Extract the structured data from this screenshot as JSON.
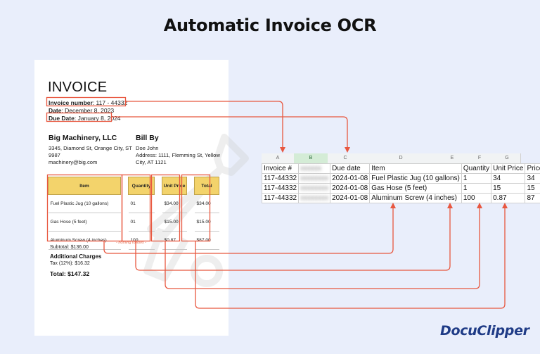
{
  "title": "Automatic Invoice OCR",
  "invoice": {
    "heading": "INVOICE",
    "number_label": "Invoice number",
    "number_value": ": 117 - 44332",
    "date_label": "Date",
    "date_value": ": December 8, 2023",
    "due_label": "Due Date",
    "due_value": ": January 8, 2024",
    "seller": {
      "name": "Big Machinery, LLC",
      "address_1": "3345, Diamond St, Orange City, ST",
      "address_2": "9987",
      "email": "machinery@big.com"
    },
    "buyer": {
      "label": "Bill By",
      "name": "Doe John",
      "address_1": "Address: 1111, Flemming St, Yellow",
      "address_2": "City, AT 1121"
    },
    "table": {
      "headers": [
        "Item",
        "Quantity",
        "Unit Price",
        "Total"
      ],
      "rows": [
        [
          "Fuel Plastic Jug (10 gallons)",
          "01",
          "$34.00",
          "$34.00"
        ],
        [
          "Gas Hose (5 feet)",
          "01",
          "$15.00",
          "$15.00"
        ],
        [
          "Aluminum Screw (4 inches)",
          "100",
          "$0.87",
          "$87.00"
        ]
      ]
    },
    "nothing_follows": "- nothing follows -",
    "subtotal": "Subtotal: $136.00",
    "additional_label": "Additional Charges",
    "tax": "Tax (12%): $16.32",
    "total": "Total: $147.32"
  },
  "spreadsheet": {
    "column_letters": [
      "A",
      "B",
      "C",
      "D",
      "E",
      "F",
      "G"
    ],
    "headers": [
      "Invoice #",
      "",
      "Due date",
      "Item",
      "Quantity",
      "Unit Price",
      "Price"
    ],
    "rows": [
      [
        "117-44332",
        "",
        "2024-01-08",
        "Fuel Plastic Jug (10 gallons)",
        "1",
        "34",
        "34"
      ],
      [
        "117-44332",
        "",
        "2024-01-08",
        "Gas Hose (5 feet)",
        "1",
        "15",
        "15"
      ],
      [
        "117-44332",
        "",
        "2024-01-08",
        "Aluminum Screw (4 inches)",
        "100",
        "0.87",
        "87"
      ]
    ]
  },
  "brand": "DocuClipper",
  "colors": {
    "arrow": "#e8573f",
    "header_yellow": "#f3d36b",
    "brand_blue": "#1f3b86",
    "background": "#e9eefb"
  }
}
